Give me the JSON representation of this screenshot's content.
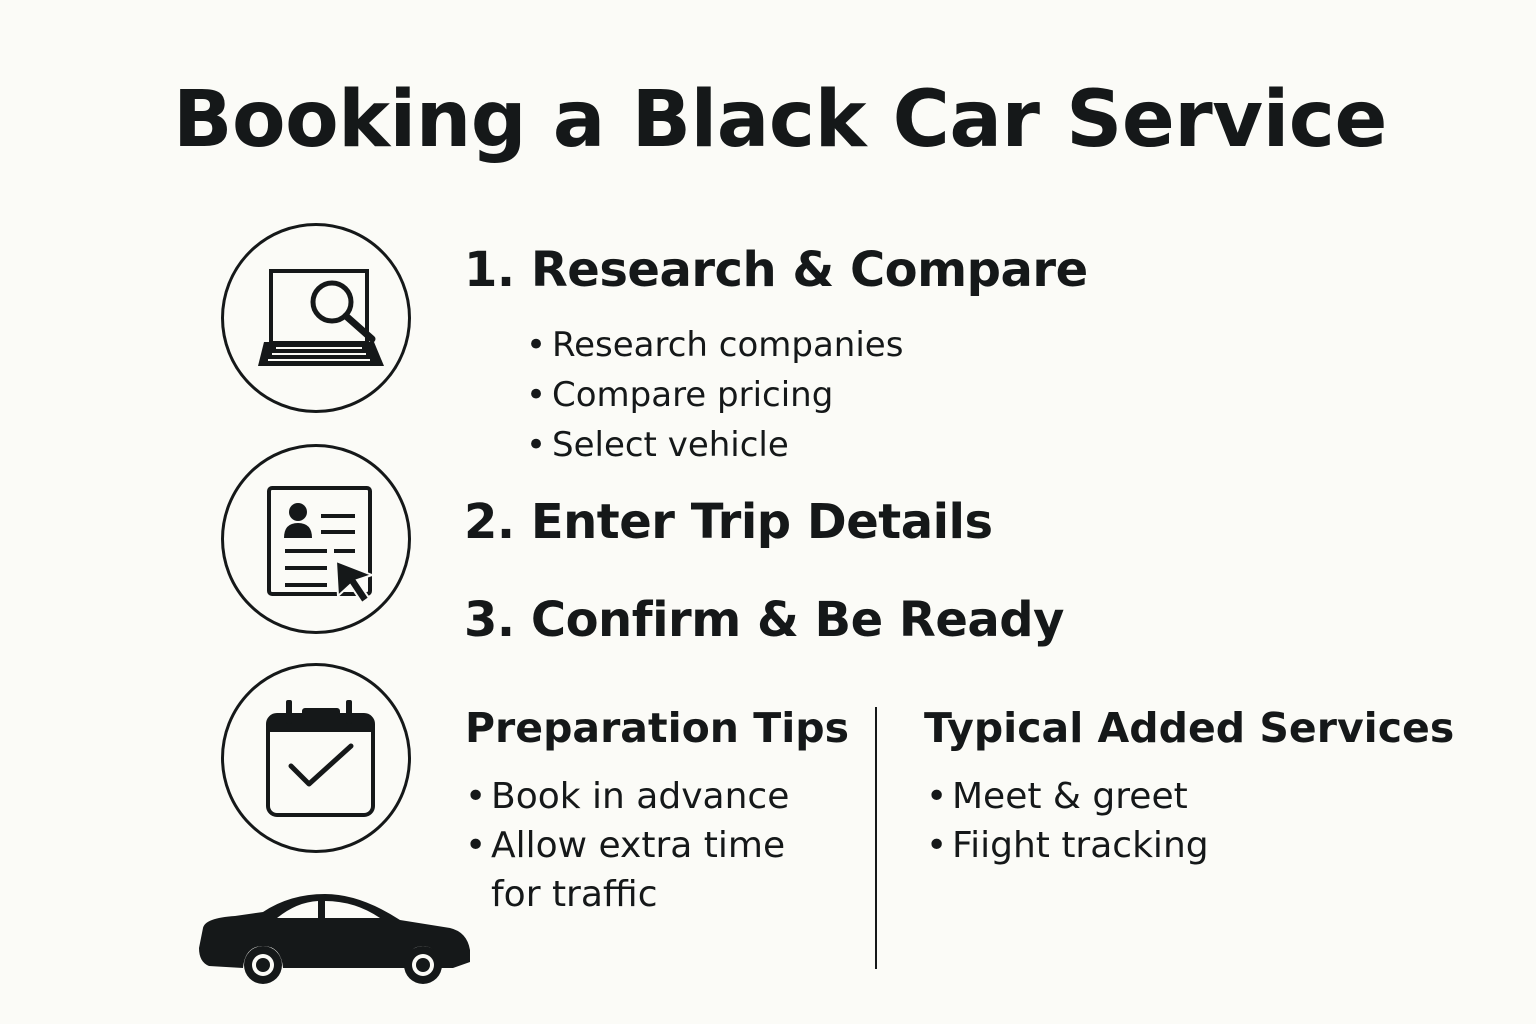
{
  "title": "Booking a Black Car Service",
  "steps": [
    {
      "heading": "1. Research & Compare",
      "icon": "laptop-search-icon",
      "bullets": [
        "Research companies",
        "Compare pricing",
        "Select vehicle"
      ]
    },
    {
      "heading": "2. Enter Trip Details",
      "icon": "form-cursor-icon"
    },
    {
      "heading": "3. Confirm & Be Ready",
      "icon": "calendar-check-icon"
    }
  ],
  "preparation_tips": {
    "heading": "Preparation Tips",
    "items": [
      "Book in advance",
      "Allow extra time",
      "for traffic"
    ]
  },
  "added_services": {
    "heading": "Typical Added Services",
    "items": [
      "Meet & greet",
      "Fiight tracking"
    ]
  },
  "colors": {
    "background": "#fbfbf7",
    "ink": "#151819"
  },
  "decoration_icon": "car-icon"
}
